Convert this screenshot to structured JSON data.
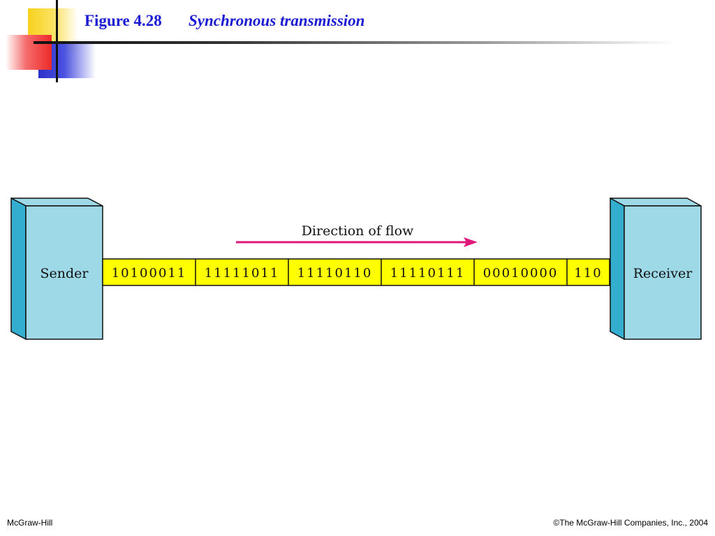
{
  "slide": {
    "figure_number": "Figure 4.28",
    "title": "Synchronous transmission"
  },
  "diagram": {
    "sender_label": "Sender",
    "receiver_label": "Receiver",
    "flow_label": "Direction of flow",
    "bit_groups": [
      "10100011",
      "11111011",
      "11110110",
      "11110111",
      "00010000",
      "110"
    ],
    "colors": {
      "device_front": "#9ed9e8",
      "device_side": "#33aece",
      "stream_fill": "#ffff00",
      "arrow": "#e0177a"
    }
  },
  "footer": {
    "left": "McGraw-Hill",
    "right": "©The McGraw-Hill Companies, Inc., 2004"
  }
}
